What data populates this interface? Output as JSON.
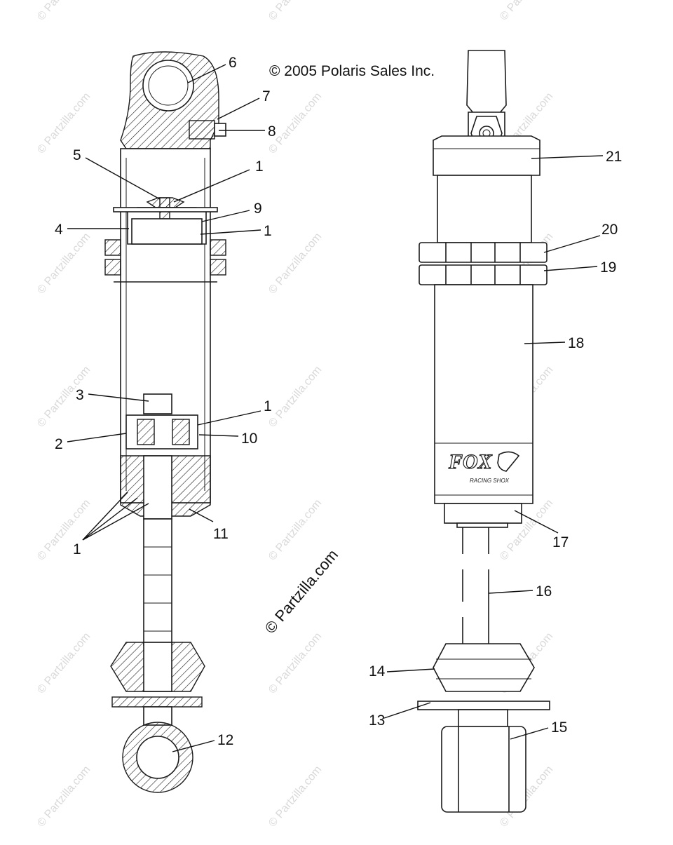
{
  "copyright": "© 2005 Polaris Sales Inc.",
  "center_watermark": "© Partzilla.com",
  "tile_watermark": "© Partzilla.com",
  "brand": {
    "logo": "FOX",
    "tagline": "RACING SHOX"
  },
  "callouts": [
    "6",
    "7",
    "8",
    "5",
    "1",
    "9",
    "4",
    "1",
    "21",
    "20",
    "19",
    "18",
    "3",
    "1",
    "2",
    "10",
    "1",
    "11",
    "17",
    "16",
    "14",
    "13",
    "12",
    "15"
  ]
}
